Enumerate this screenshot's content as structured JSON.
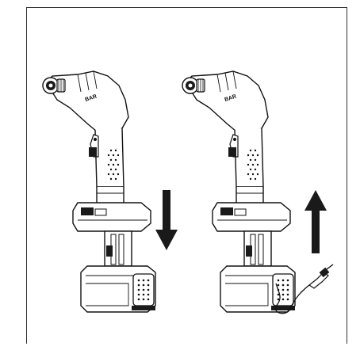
{
  "figure": {
    "brand_logo_text": "BAR",
    "left_unit": {
      "arrow_direction": "down"
    },
    "right_unit": {
      "arrow_direction": "up",
      "accessory": "car-charger-plug-with-cable"
    },
    "colors": {
      "line": "#111111",
      "fill_light": "#ffffff",
      "fill_dark": "#1a1a1a",
      "frame": "#333333"
    }
  }
}
